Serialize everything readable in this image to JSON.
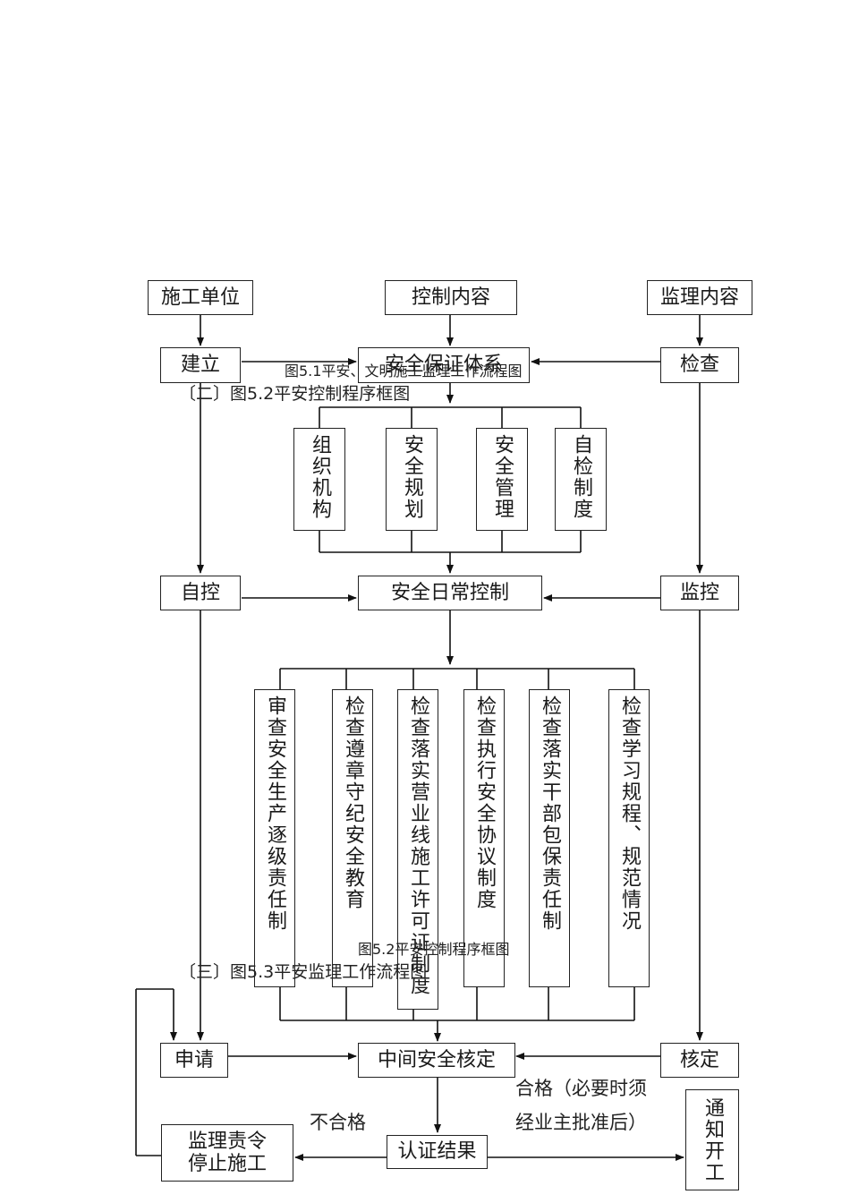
{
  "headers": {
    "contractor": "施工单位",
    "control_content": "控制内容",
    "supervision_content": "监理内容"
  },
  "row1": {
    "establish": "建立",
    "safety_system": "安全保证体系",
    "inspect": "检查"
  },
  "captions": {
    "fig51": "图5.1平安、文明施工监理工作流程图",
    "sec2": "〔二〕图5.2平安控制程序框图",
    "fig52": "图5.2平安控制程序框图",
    "sec3": "〔三〕图5.3平安监理工作流程图"
  },
  "system_items": [
    "组织机构",
    "安全规划",
    "安全管理",
    "自检制度"
  ],
  "row2": {
    "self_control": "自控",
    "daily_control": "安全日常控制",
    "monitor": "监控"
  },
  "daily_items": [
    "审查安全生产逐级责任制",
    "检查遵章守纪安全教育",
    "检查落实营业线施工许可证制度",
    "检查执行安全协议制度",
    "检查落实干部包保责任制",
    "检查学习规程、规范情况"
  ],
  "row3": {
    "apply": "申请",
    "mid_check": "中间安全核定",
    "verify": "核定"
  },
  "row4": {
    "stop_order": "监理责令停止施工",
    "result": "认证结果",
    "notify": "通知开工"
  },
  "labels": {
    "fail": "不合格",
    "pass_line1": "合格（必要时须",
    "pass_line2": "经业主批准后）"
  }
}
